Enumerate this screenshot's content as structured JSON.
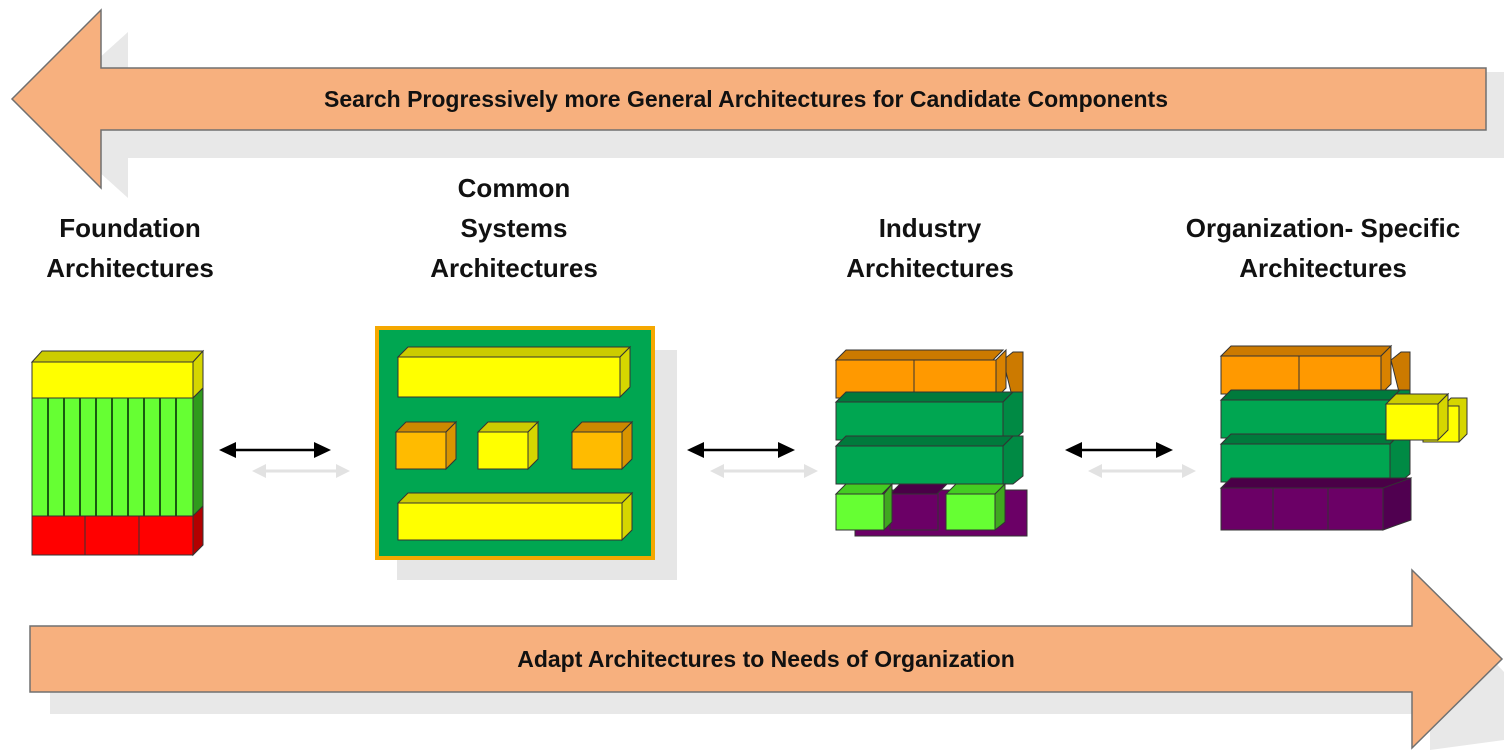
{
  "arrows": {
    "top": {
      "label": "Search Progressively more General Architectures for Candidate Components",
      "direction": "left"
    },
    "bottom": {
      "label": "Adapt Architectures to Needs of Organization",
      "direction": "right"
    }
  },
  "columns": [
    {
      "lines": [
        "Foundation",
        "Architectures"
      ]
    },
    {
      "lines": [
        "Common",
        "Systems",
        "Architectures"
      ]
    },
    {
      "lines": [
        "Industry",
        "Architectures"
      ]
    },
    {
      "lines": [
        "Organization- Specific",
        "Architectures"
      ]
    }
  ],
  "colors": {
    "arrow_fill": "#F7B07E",
    "arrow_stroke": "#707070",
    "yellow": "#FFFF00",
    "orange": "#FF9900",
    "amber": "#FFBB00",
    "green": "#00A651",
    "light_green": "#66FF33",
    "red": "#FF0000",
    "purple": "#6B0066"
  }
}
